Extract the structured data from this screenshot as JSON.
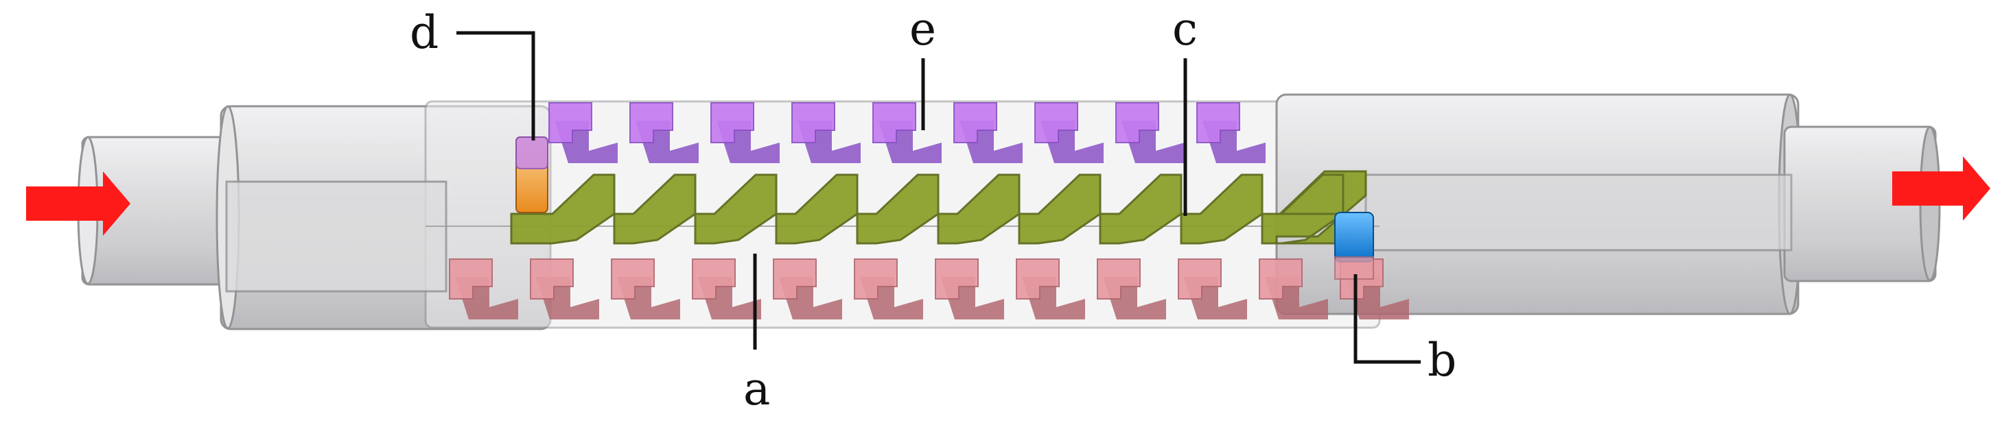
{
  "colors": {
    "arrow": "#ff1a1a",
    "housing": "#d4d4d6",
    "housing_edge": "#8a8a8e",
    "spring_e": "#c57cf0",
    "spring_e_dark": "#8a52c6",
    "spring_a": "#e79aa2",
    "spring_a_dark": "#b26870",
    "wave_c": "#8ba12c",
    "ring_b": "#1f8fe6",
    "ring_d": "#f1a23f",
    "leader": "#111111"
  },
  "labels": {
    "a": "a",
    "b": "b",
    "c": "c",
    "d": "d",
    "e": "e"
  },
  "icons": {
    "inlet": "arrow-right-icon",
    "outlet": "arrow-right-icon"
  }
}
